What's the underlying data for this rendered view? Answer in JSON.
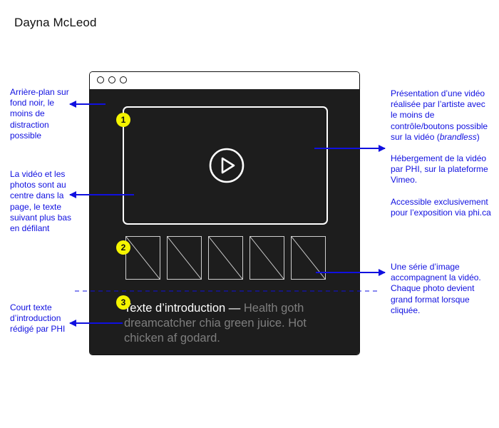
{
  "title": "Dayna McLeod",
  "annotations": {
    "left_1": "Arrière-plan sur fond noir, le moins de distraction possible",
    "left_2": "La vidéo et les photos sont au centre dans la page, le texte suivant plus bas en défilant",
    "left_3": "Court texte d’introduction rédigé par PHI",
    "right_1_prefix": "Présentation d’une vidéo réalisée par l’artiste avec le moins de contrôle/boutons possible sur la vidéo (",
    "right_1_italic": "brandless",
    "right_1_suffix": ")",
    "right_2": "Hébergement de la vidéo par PHI, sur la plateforme Vimeo.",
    "right_3": "Accessible exclusivement pour l’exposition via phi.ca",
    "right_4": "Une série d’image accompagnent la vidéo. Chaque photo devient grand format lorsque cliquée."
  },
  "mockup": {
    "badges": [
      "1",
      "2",
      "3"
    ],
    "intro_lead": "Texte d’introduction —",
    "intro_rest": " Health goth dreamcatcher chia green juice. Hot chicken af godard.",
    "thumbnail_count": 5,
    "icons": [
      "play-icon"
    ]
  },
  "colors": {
    "annotation_blue": "#1010e0",
    "page_background": "#1d1d1d",
    "badge_yellow": "#f5f500",
    "intro_muted": "#7e7e7e"
  }
}
